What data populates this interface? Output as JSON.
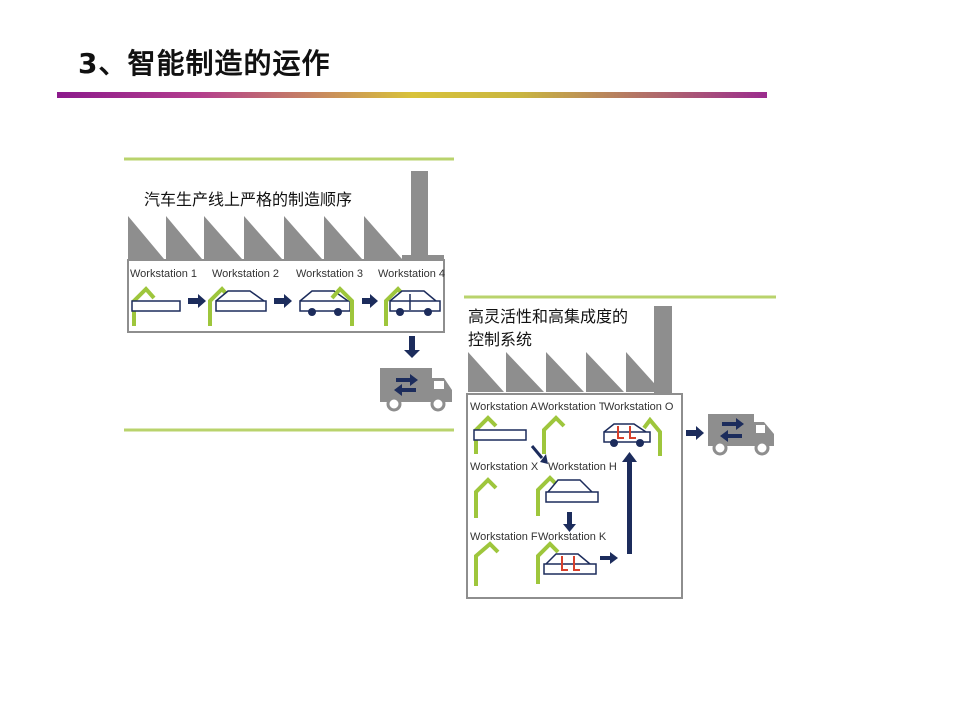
{
  "title": "3、智能制造的运作",
  "colors": {
    "accent_green": "#9ec63c",
    "navy": "#1c2c5c",
    "factory_gray": "#8e8e8e",
    "red": "#d8402c"
  },
  "top_diagram": {
    "caption": "汽车生产线上严格的制造顺序",
    "stations": [
      "Workstation 1",
      "Workstation 2",
      "Workstation 3",
      "Workstation 4"
    ]
  },
  "bottom_diagram": {
    "caption_line1": "高灵活性和高集成度的",
    "caption_line2": "控制系统",
    "stations": [
      "Workstation A",
      "Workstation T",
      "Workstation O",
      "Workstation X",
      "Workstation H",
      "Workstation F",
      "Workstation K"
    ]
  }
}
